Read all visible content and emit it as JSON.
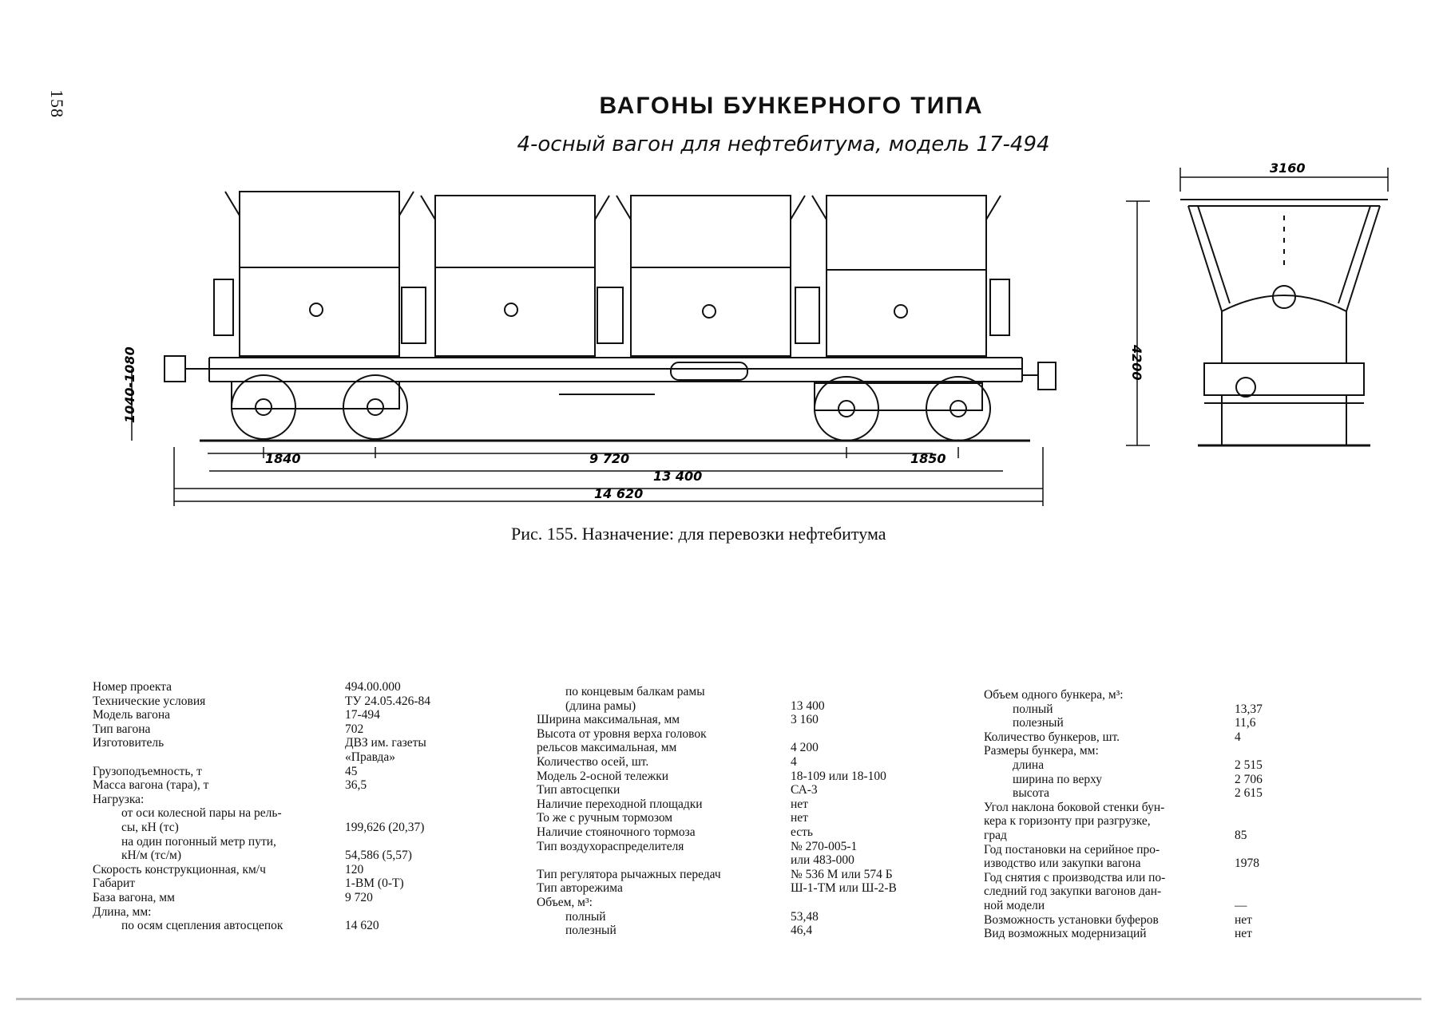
{
  "page": {
    "page_number": "158",
    "title": "ВАГОНЫ БУНКЕРНОГО ТИПА",
    "subtitle": "4-осный вагон для нефтебитума, модель 17-494",
    "caption": "Рис. 155. Назначение: для перевозки нефтебитума"
  },
  "drawing": {
    "dims": {
      "coupler_height": "1040-1080",
      "bogie_base_left": "1840",
      "car_base": "9 720",
      "bogie_base_right": "1850",
      "frame_length": "13 400",
      "coupler_length": "14 620",
      "width": "3160",
      "height": "4200"
    }
  },
  "spec": {
    "col1": [
      {
        "k": "Номер проекта",
        "v": "494.00.000"
      },
      {
        "k": "Технические условия",
        "v": "ТУ 24.05.426-84"
      },
      {
        "k": "Модель вагона",
        "v": "17-494"
      },
      {
        "k": "Тип вагона",
        "v": "702"
      },
      {
        "k": "Изготовитель",
        "v": "ДВЗ   им.    газеты"
      },
      {
        "k": "",
        "v": "«Правда»"
      },
      {
        "k": "Грузоподъемность, т",
        "v": "45"
      },
      {
        "k": "Масса вагона (тара), т",
        "v": "36,5"
      },
      {
        "k": "Нагрузка:",
        "v": ""
      },
      {
        "k": "от оси колесной пары на рель-",
        "v": "",
        "indent": 1
      },
      {
        "k": "сы, кН (тс)",
        "v": "199,626 (20,37)",
        "indent": 1
      },
      {
        "k": "на один погонный метр пути,",
        "v": "",
        "indent": 1
      },
      {
        "k": "кН/м (тс/м)",
        "v": "54,586 (5,57)",
        "indent": 1
      },
      {
        "k": "Скорость конструкционная, км/ч",
        "v": "120"
      },
      {
        "k": "Габарит",
        "v": "1-ВМ (0-Т)"
      },
      {
        "k": "База вагона, мм",
        "v": "9 720"
      },
      {
        "k": "Длина, мм:",
        "v": ""
      },
      {
        "k": "по осям сцепления автосцепок",
        "v": "14 620",
        "indent": 1
      }
    ],
    "col2": [
      {
        "k": "по   концевым   балкам   рамы",
        "v": "",
        "indent": 1
      },
      {
        "k": "(длина рамы)",
        "v": "13 400",
        "indent": 1
      },
      {
        "k": "Ширина максимальная, мм",
        "v": "3 160"
      },
      {
        "k": "Высота от уровня верха головок",
        "v": ""
      },
      {
        "k": "рельсов максимальная, мм",
        "v": "4 200"
      },
      {
        "k": "Количество осей, шт.",
        "v": "4"
      },
      {
        "k": "Модель 2-осной тележки",
        "v": "18-109 или 18-100"
      },
      {
        "k": "Тип автосцепки",
        "v": "СА-3"
      },
      {
        "k": "Наличие переходной площадки",
        "v": "нет"
      },
      {
        "k": "То же с ручным тормозом",
        "v": "нет"
      },
      {
        "k": "Наличие стояночного тормоза",
        "v": "есть"
      },
      {
        "k": "Тип воздухораспределителя",
        "v": "№ 270-005-1"
      },
      {
        "k": "",
        "v": "или 483-000"
      },
      {
        "k": "Тип регулятора рычажных передач",
        "v": "№ 536 М или 574 Б"
      },
      {
        "k": "Тип авторежима",
        "v": "Ш-1-ТМ или Ш-2-В"
      },
      {
        "k": "Объем, м³:",
        "v": ""
      },
      {
        "k": "полный",
        "v": "53,48",
        "indent": 1
      },
      {
        "k": "полезный",
        "v": "46,4",
        "indent": 1
      }
    ],
    "col3": [
      {
        "k": "Объем одного бункера, м³:",
        "v": ""
      },
      {
        "k": "полный",
        "v": "13,37",
        "indent": 1
      },
      {
        "k": "полезный",
        "v": "11,6",
        "indent": 1
      },
      {
        "k": "Количество бункеров, шт.",
        "v": "4"
      },
      {
        "k": "Размеры бункера, мм:",
        "v": ""
      },
      {
        "k": "длина",
        "v": "2 515",
        "indent": 1
      },
      {
        "k": "ширина по верху",
        "v": "2 706",
        "indent": 1
      },
      {
        "k": "высота",
        "v": "2 615",
        "indent": 1
      },
      {
        "k": "Угол наклона боковой стенки бун-",
        "v": ""
      },
      {
        "k": "кера к горизонту при разгрузке,",
        "v": ""
      },
      {
        "k": "град",
        "v": "85"
      },
      {
        "k": "Год постановки на серийное про-",
        "v": ""
      },
      {
        "k": "изводство или закупки вагона",
        "v": "1978"
      },
      {
        "k": "Год снятия с производства или по-",
        "v": ""
      },
      {
        "k": "следний год закупки вагонов дан-",
        "v": ""
      },
      {
        "k": "ной модели",
        "v": "—"
      },
      {
        "k": "Возможность установки буферов",
        "v": "нет"
      },
      {
        "k": "Вид возможных модернизаций",
        "v": "нет"
      }
    ]
  }
}
